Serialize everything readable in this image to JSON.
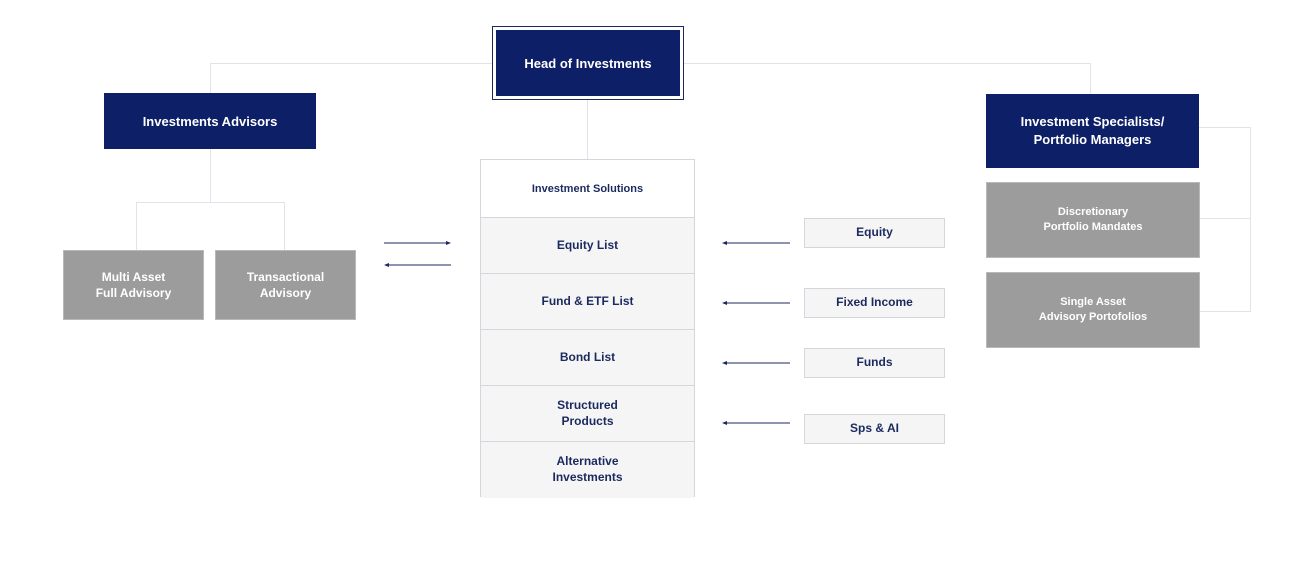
{
  "head": {
    "label": "Head of Investments"
  },
  "advisors": {
    "label": "Investments Advisors",
    "children": [
      "Multi Asset\nFull Advisory",
      "Transactional\nAdvisory"
    ]
  },
  "solutions": {
    "title": "Investment Solutions",
    "items": [
      "Equity List",
      "Fund & ETF List",
      "Bond List",
      "Structured\nProducts",
      "Alternative\nInvestments"
    ]
  },
  "sources": [
    "Equity",
    "Fixed Income",
    "Funds",
    "Sps & AI"
  ],
  "specialists": {
    "label": "Investment Specialists/\nPortfolio Managers",
    "children": [
      "Discretionary\nPortfolio Mandates",
      "Single Asset\nAdvisory Portofolios"
    ]
  },
  "colors": {
    "navy": "#0d1f66",
    "gray": "#9c9c9c",
    "light": "#f5f5f6",
    "connector": "#dfe3ea"
  }
}
